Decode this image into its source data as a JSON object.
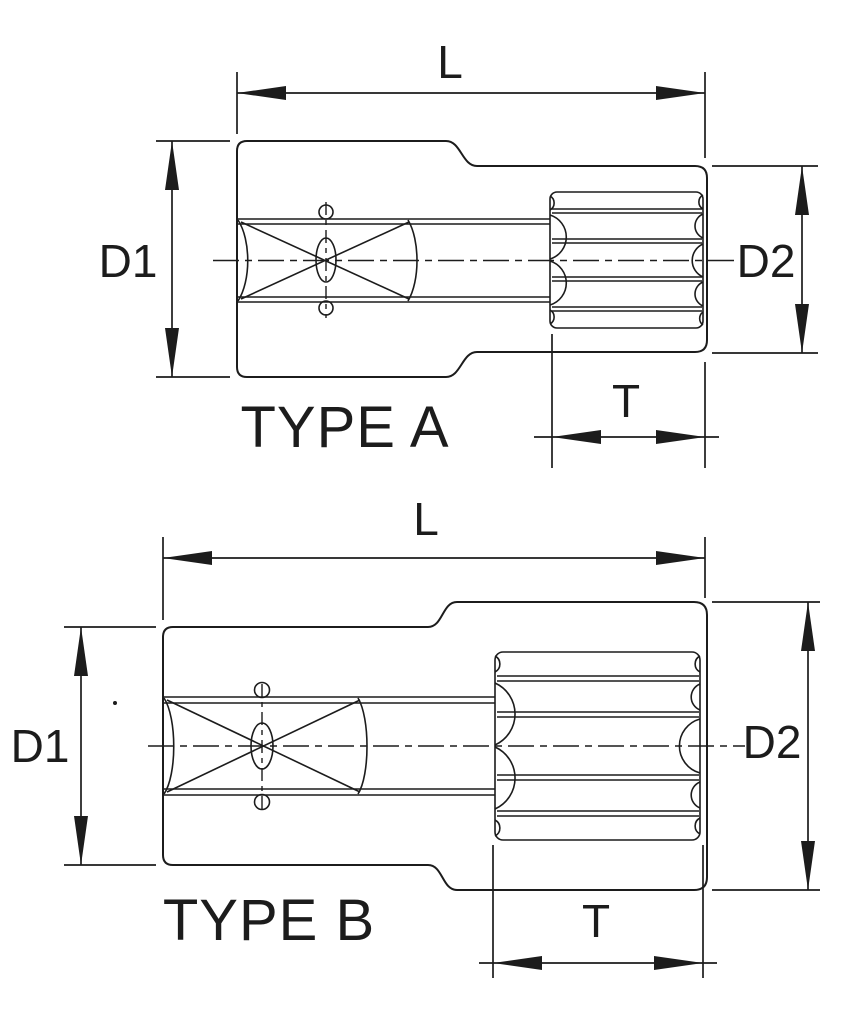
{
  "drawing": {
    "background": "#ffffff",
    "line_color": "#1c1c1c",
    "type_a": {
      "title": "TYPE A",
      "length_label": "L",
      "outer_diameter_label": "D1",
      "drive_end_diameter_label": "D2",
      "drive_end_depth_label": "T"
    },
    "type_b": {
      "title": "TYPE B",
      "length_label": "L",
      "outer_diameter_label": "D1",
      "drive_end_diameter_label": "D2",
      "drive_end_depth_label": "T"
    }
  }
}
